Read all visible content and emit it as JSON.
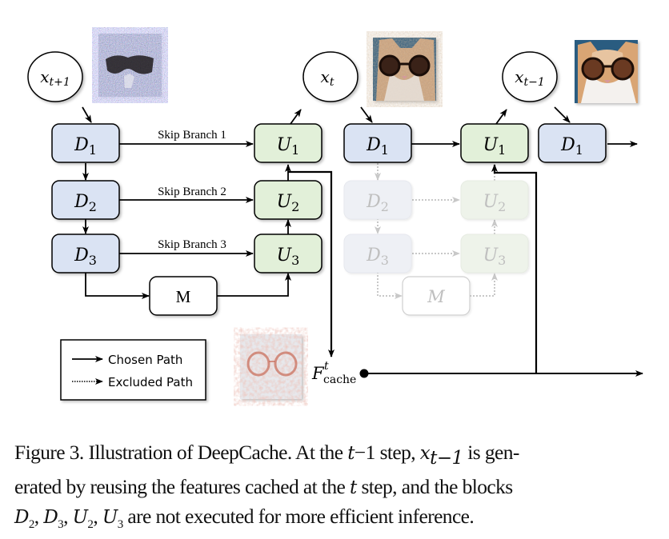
{
  "figure": {
    "nodes": {
      "x_t_plus_1": {
        "base": "x",
        "sub": "t+1"
      },
      "x_t": {
        "base": "x",
        "sub": "t"
      },
      "x_t_minus_1": {
        "base": "x",
        "sub": "t−1"
      }
    },
    "step_t": {
      "down_blocks": [
        {
          "base": "D",
          "sub": "1"
        },
        {
          "base": "D",
          "sub": "2"
        },
        {
          "base": "D",
          "sub": "3"
        }
      ],
      "up_blocks": [
        {
          "base": "U",
          "sub": "1"
        },
        {
          "base": "U",
          "sub": "2"
        },
        {
          "base": "U",
          "sub": "3"
        }
      ],
      "middle_block": "M",
      "skip_branches": [
        "Skip Branch 1",
        "Skip Branch 2",
        "Skip Branch 3"
      ]
    },
    "step_t_minus_1": {
      "active": [
        {
          "base": "D",
          "sub": "1"
        },
        {
          "base": "U",
          "sub": "1"
        }
      ],
      "excluded": [
        {
          "base": "D",
          "sub": "2"
        },
        {
          "base": "D",
          "sub": "3"
        },
        {
          "base": "U",
          "sub": "2"
        },
        {
          "base": "U",
          "sub": "3"
        }
      ],
      "middle_block": "M"
    },
    "next_block": {
      "base": "D",
      "sub": "1"
    },
    "cache": {
      "base": "F",
      "sup": "t",
      "sub": "cache"
    },
    "legend": {
      "chosen": "Chosen Path",
      "excluded": "Excluded Path"
    },
    "colors": {
      "down_fill": "#dae3f3",
      "up_fill": "#e2f0d9",
      "excluded_down_fill": "#eef0f5",
      "excluded_up_fill": "#eef3ea",
      "excluded_text": "#bfbfbf",
      "stroke": "#000000"
    }
  },
  "caption": {
    "line1": {
      "a": "Figure 3. Illustration of DeepCache. At the ",
      "math1": "t",
      "b": "−1 step, ",
      "math2": "x",
      "math2_sub": "t−1",
      "c": " is gen-"
    },
    "line2": {
      "a": "erated by reusing the features cached at the ",
      "math1": "t",
      "b": " step, and the blocks"
    },
    "line3": {
      "blocks": [
        {
          "base": "D",
          "sub": "2"
        },
        {
          "base": "D",
          "sub": "3"
        },
        {
          "base": "U",
          "sub": "2"
        },
        {
          "base": "U",
          "sub": "3"
        }
      ],
      "rest": " are not executed for more efficient inference."
    }
  }
}
